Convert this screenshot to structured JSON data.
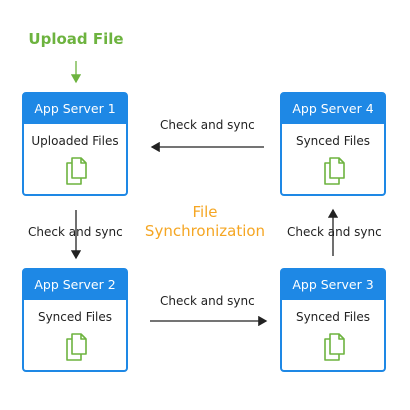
{
  "upload": {
    "label": "Upload File"
  },
  "center": {
    "line1": "File",
    "line2": "Synchronization"
  },
  "servers": [
    {
      "title": "App Server 1",
      "content": "Uploaded Files"
    },
    {
      "title": "App Server 2",
      "content": "Synced Files"
    },
    {
      "title": "App Server 3",
      "content": "Synced Files"
    },
    {
      "title": "App Server 4",
      "content": "Synced Files"
    }
  ],
  "edges": {
    "top": "Check and sync",
    "left": "Check and sync",
    "right": "Check and sync",
    "bottom": "Check and sync"
  },
  "colors": {
    "server_blue": "#1e88e5",
    "upload_green": "#6db33f",
    "center_orange": "#f5a623",
    "file_icon": "#6db33f"
  },
  "icons": {
    "file": "copy-files-icon"
  }
}
